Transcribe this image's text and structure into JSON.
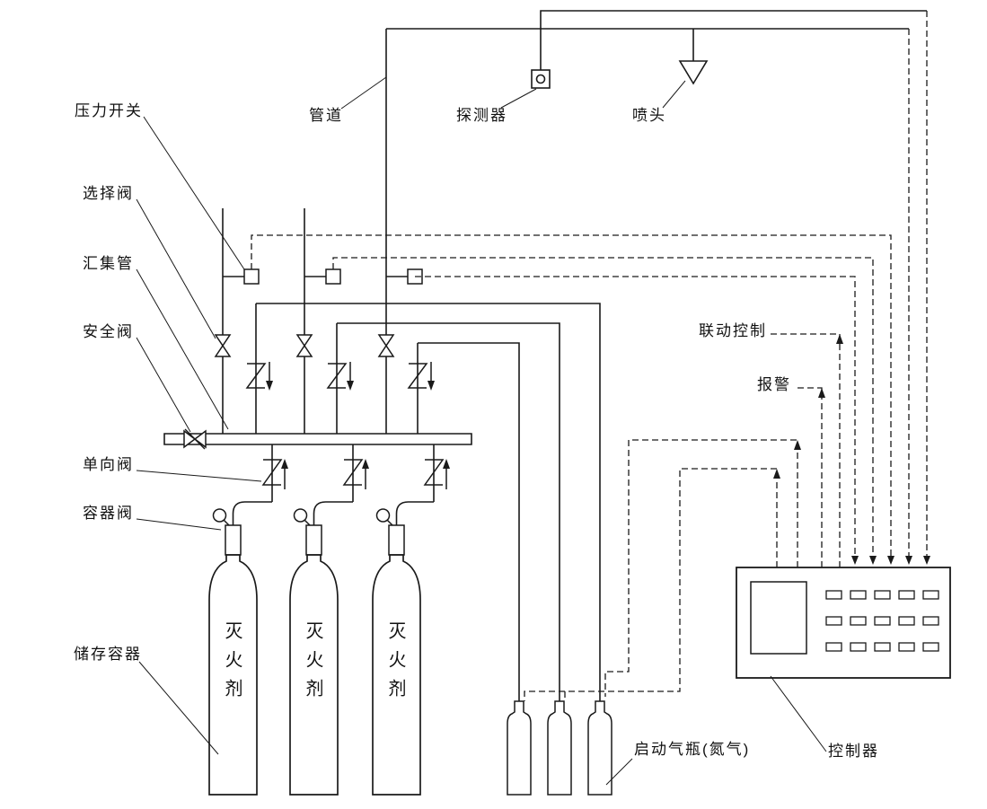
{
  "diagram": {
    "title": "gas-fire-suppression-system-schematic",
    "labels": {
      "pressure_switch": "压力开关",
      "pipe": "管道",
      "detector": "探测器",
      "nozzle": "喷头",
      "selector_valve": "选择阀",
      "manifold": "汇集管",
      "safety_valve": "安全阀",
      "check_valve": "单向阀",
      "container_valve": "容器阀",
      "storage_container": "储存容器",
      "agent_cylinder": "灭火剂",
      "linkage_control": "联动控制",
      "alarm": "报警",
      "starter_bottle": "启动气瓶(氮气)",
      "controller": "控制器"
    },
    "colors": {
      "line": "#1a1a1a",
      "background": "#ffffff"
    }
  }
}
